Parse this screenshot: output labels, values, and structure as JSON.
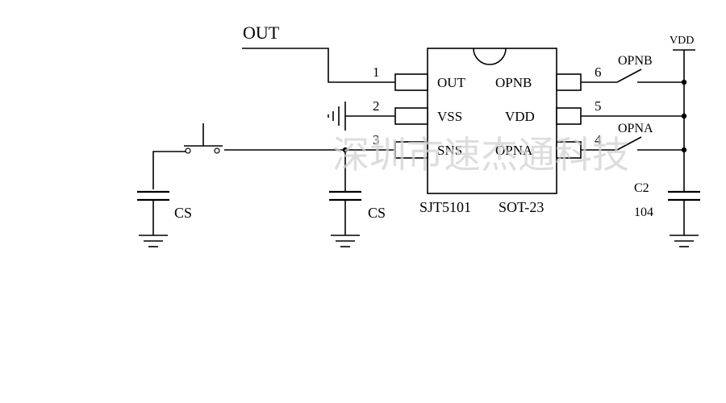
{
  "net_labels": {
    "out": "OUT",
    "vdd": "VDD",
    "opnb": "OPNB",
    "opna": "OPNA"
  },
  "chip": {
    "pins": {
      "p1": {
        "number": "1",
        "name": "OUT"
      },
      "p2": {
        "number": "2",
        "name": "VSS"
      },
      "p3": {
        "number": "3",
        "name": "SNS"
      },
      "p4": {
        "number": "4",
        "name": "OPNA"
      },
      "p5": {
        "number": "5",
        "name": "VDD"
      },
      "p6": {
        "number": "6",
        "name": "OPNB"
      }
    },
    "part_name": "SJT5101",
    "package": "SOT-23"
  },
  "components": {
    "cs_left": "CS",
    "cs_mid": "CS",
    "c2_name": "C2",
    "c2_value": "104"
  },
  "watermark": "深圳市速杰通科技"
}
